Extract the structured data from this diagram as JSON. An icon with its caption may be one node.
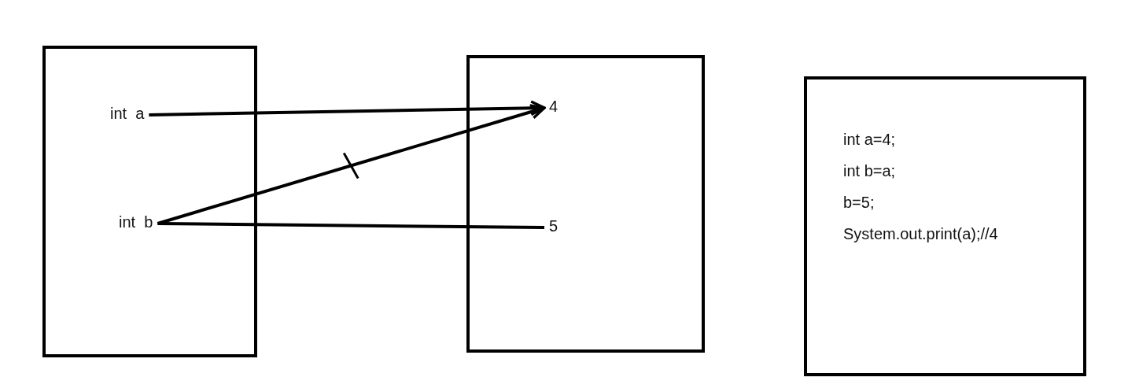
{
  "diagram": {
    "nodes": [
      {
        "text": [],
        "shape": "box"
      },
      {
        "text": [
          "int  a"
        ],
        "in": 0
      },
      {
        "text": [
          "int  b"
        ],
        "in": 0
      },
      {
        "text": [],
        "shape": "box"
      },
      {
        "text": [
          "4"
        ],
        "in": 3
      },
      {
        "text": [
          "5"
        ],
        "in": 3
      },
      {
        "text": [
          "int a=4;",
          "int b=a;",
          "b=5;",
          "System.out.print(a);//4"
        ]
      }
    ],
    "edges": [
      {
        "from": 1,
        "to": 4,
        "arrow": "to"
      },
      {
        "from": 2,
        "to": 4,
        "arrow": "to"
      },
      {
        "from": 2,
        "to": 5,
        "arrow": "none"
      }
    ]
  }
}
